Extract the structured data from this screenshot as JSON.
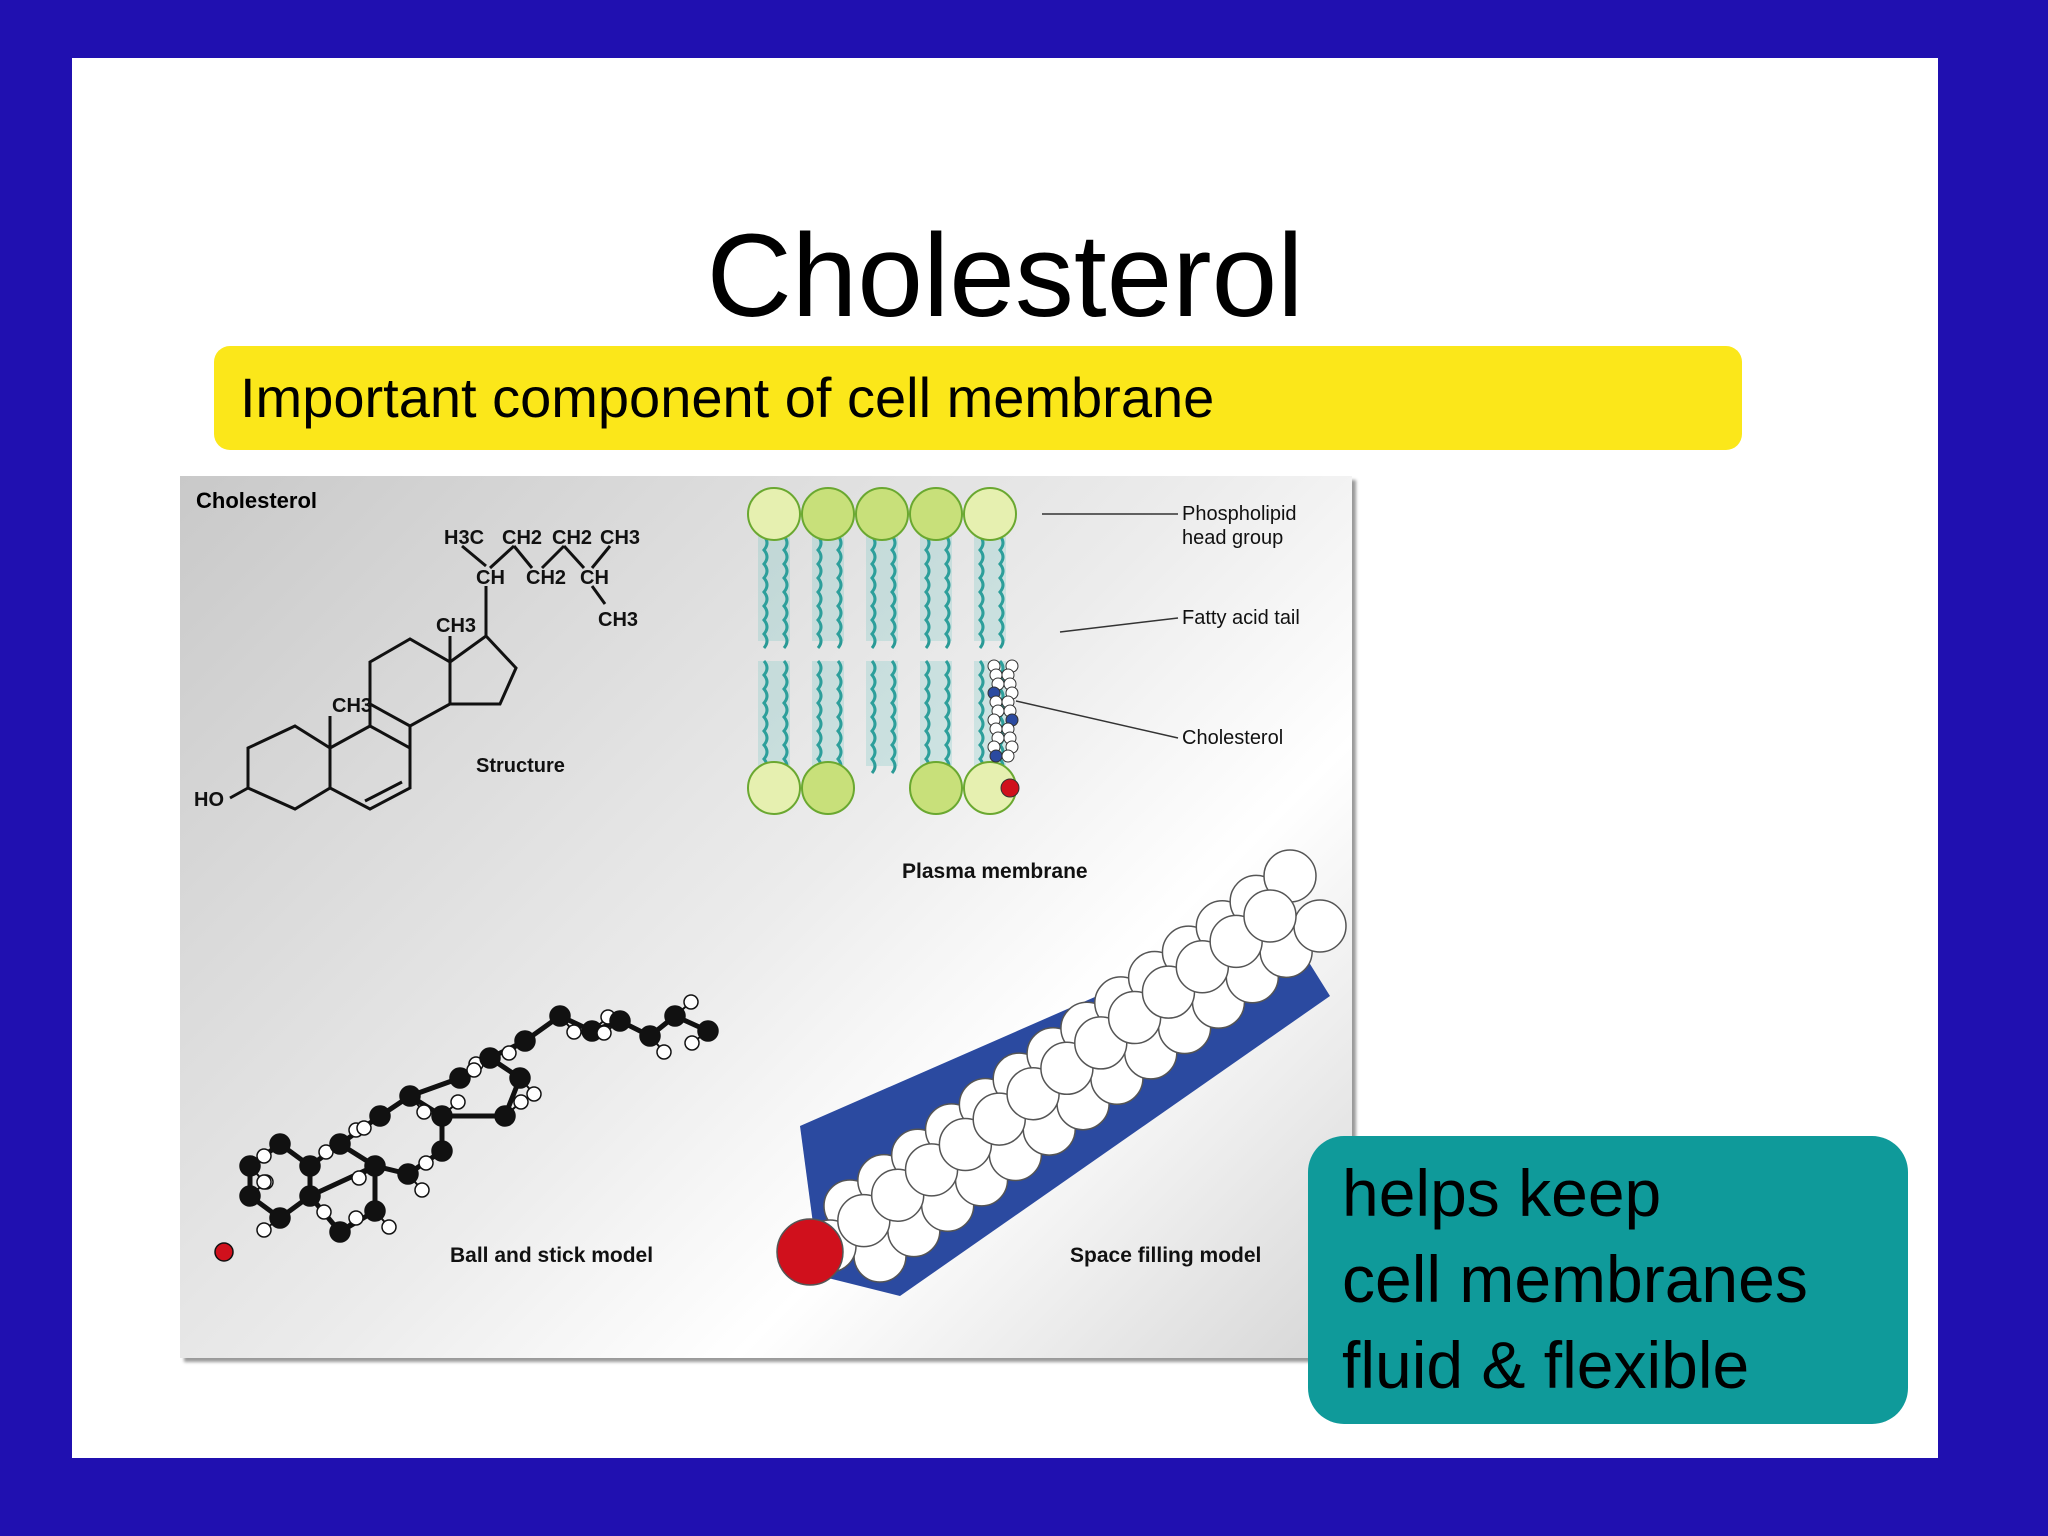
{
  "slide": {
    "title": "Cholesterol",
    "banner": "Important component of cell membrane",
    "note_lines": [
      "helps keep",
      "cell membranes",
      "fluid & flexible"
    ]
  },
  "figure": {
    "heading": "Cholesterol",
    "structure": {
      "label": "Structure",
      "groups": {
        "h3c": "H3C",
        "ch2_a": "CH2",
        "ch2_b": "CH2",
        "ch3_a": "CH3",
        "ch_a": "CH",
        "ch2_c": "CH2",
        "ch_b": "CH",
        "ch3_b": "CH3",
        "ch3_c": "CH3",
        "ch3_d": "CH3",
        "ho": "HO"
      }
    },
    "membrane": {
      "caption": "Plasma membrane",
      "label_head_1": "Phospholipid",
      "label_head_2": "head group",
      "label_tail": "Fatty acid tail",
      "label_cholesterol": "Cholesterol"
    },
    "ball_stick_caption": "Ball and stick model",
    "space_filling_caption": "Space filling model"
  },
  "colors": {
    "background": "#2010b0",
    "banner": "#fbe71a",
    "note_box": "#0f9a9a",
    "head_group": "#c8e07a",
    "tail": "#3fb5b0",
    "space_fill_blue": "#2b4aa0",
    "oxygen_red": "#d0101c"
  }
}
